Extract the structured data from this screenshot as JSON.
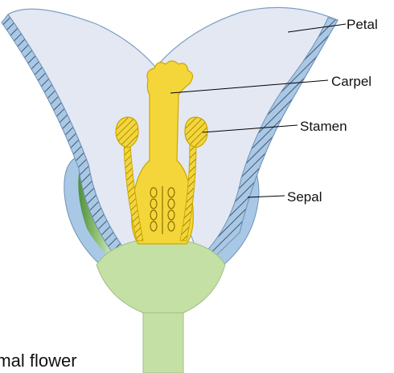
{
  "labels": {
    "petal": "Petal",
    "carpel": "Carpel",
    "stamen": "Stamen",
    "sepal": "Sepal"
  },
  "caption": "rmal flower",
  "colors": {
    "petal_fill": "#e3e8f3",
    "petal_border": "#8fb3d9",
    "sepal_fill": "#a9c8e6",
    "sepal_inner": "#5fa04a",
    "receptacle": "#c4e0a4",
    "carpel": "#f5d63a",
    "carpel_outline": "#c9a800",
    "leader_line": "#000000"
  }
}
